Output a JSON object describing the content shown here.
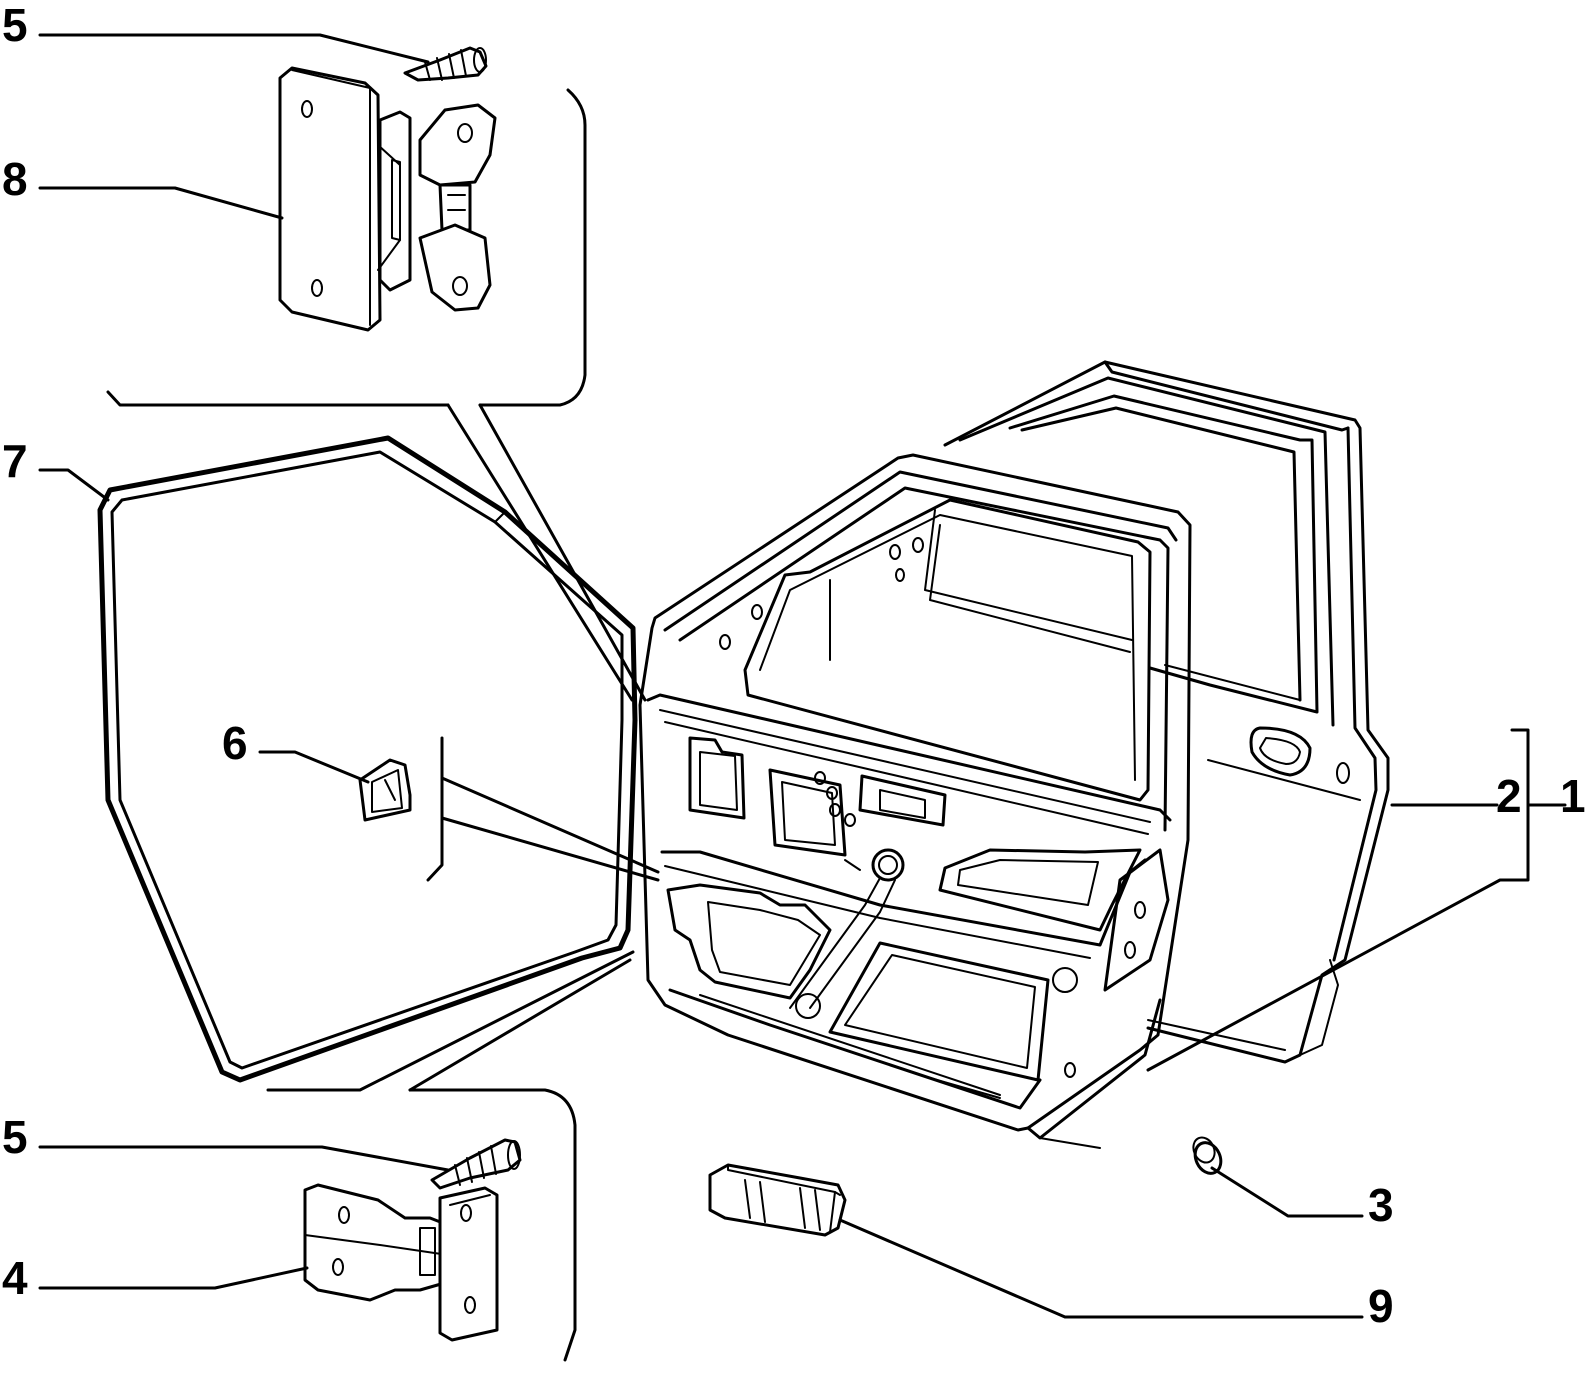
{
  "callouts": [
    {
      "id": "c5a",
      "text": "5"
    },
    {
      "id": "c8",
      "text": "8"
    },
    {
      "id": "c7",
      "text": "7"
    },
    {
      "id": "c6",
      "text": "6"
    },
    {
      "id": "c5b",
      "text": "5"
    },
    {
      "id": "c4",
      "text": "4"
    },
    {
      "id": "c2",
      "text": "2"
    },
    {
      "id": "c1",
      "text": "1"
    },
    {
      "id": "c3",
      "text": "3"
    },
    {
      "id": "c9",
      "text": "9"
    }
  ]
}
